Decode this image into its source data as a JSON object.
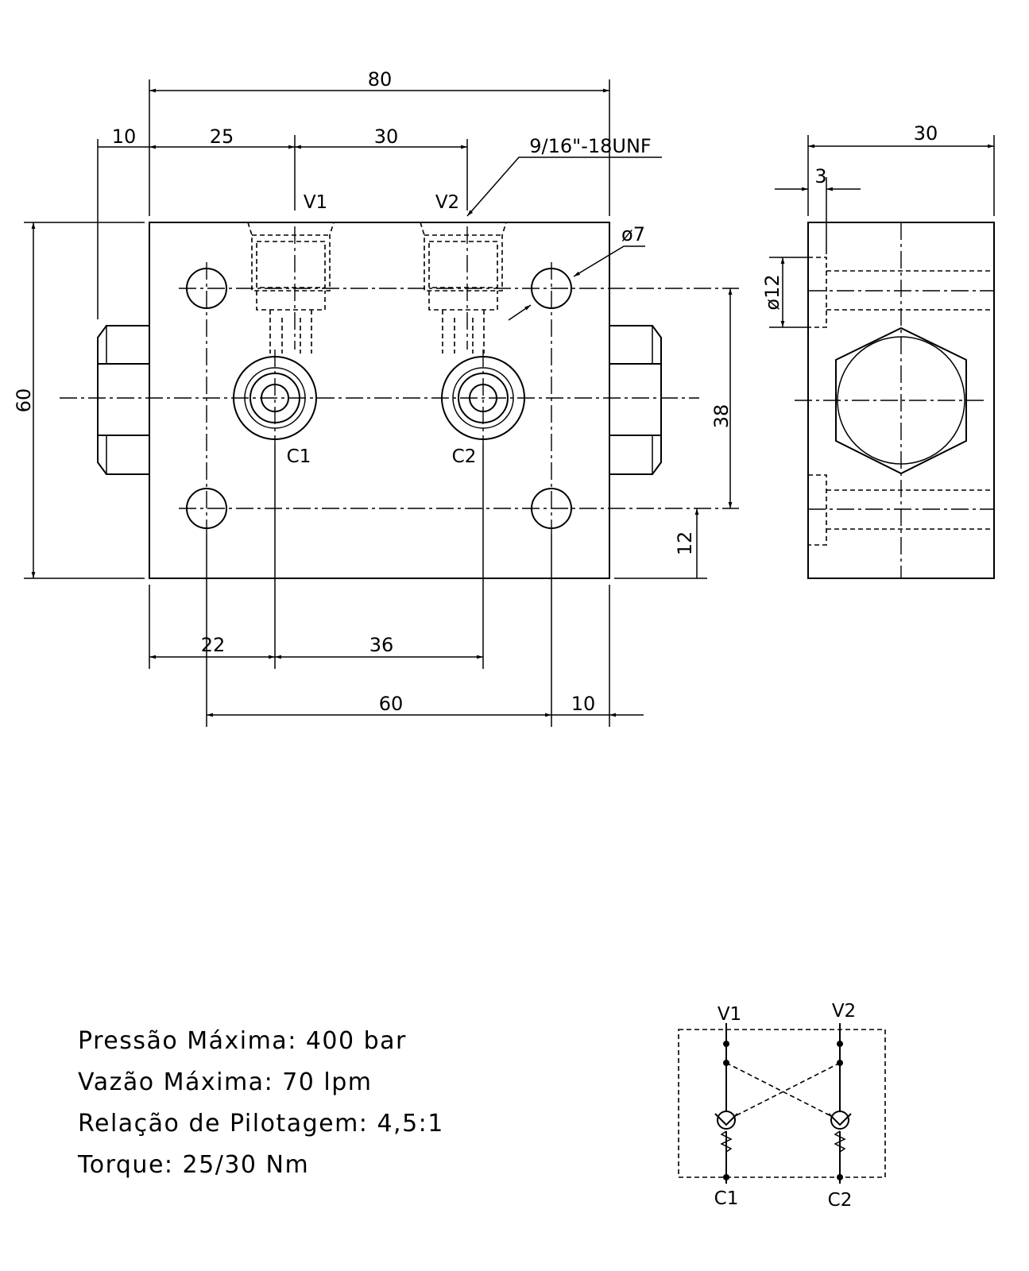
{
  "dimensions": {
    "overall_length": "80",
    "left_offset": "10",
    "port_v1_offset": "25",
    "port_spacing_top": "30",
    "thread_spec": "9/16\"-18UNF",
    "port_v1": "V1",
    "port_v2": "V2",
    "hole_dia": "ø7",
    "height": "60",
    "hole_spacing_vertical": "38",
    "bottom_offset": "12",
    "port_c1": "C1",
    "port_c2": "C2",
    "c1_offset": "22",
    "c_spacing": "36",
    "hole_spacing_horizontal": "60",
    "right_offset": "10",
    "side_width": "30",
    "side_offset": "3",
    "side_dia": "ø12"
  },
  "specs": [
    "Pressão Máxima:  400  bar",
    "Vazão  Máxima:  70  lpm",
    "Relação  de  Pilotagem:  4,5:1",
    "Torque:  25/30  Nm"
  ],
  "schematic": {
    "v1": "V1",
    "v2": "V2",
    "c1": "C1",
    "c2": "C2"
  }
}
